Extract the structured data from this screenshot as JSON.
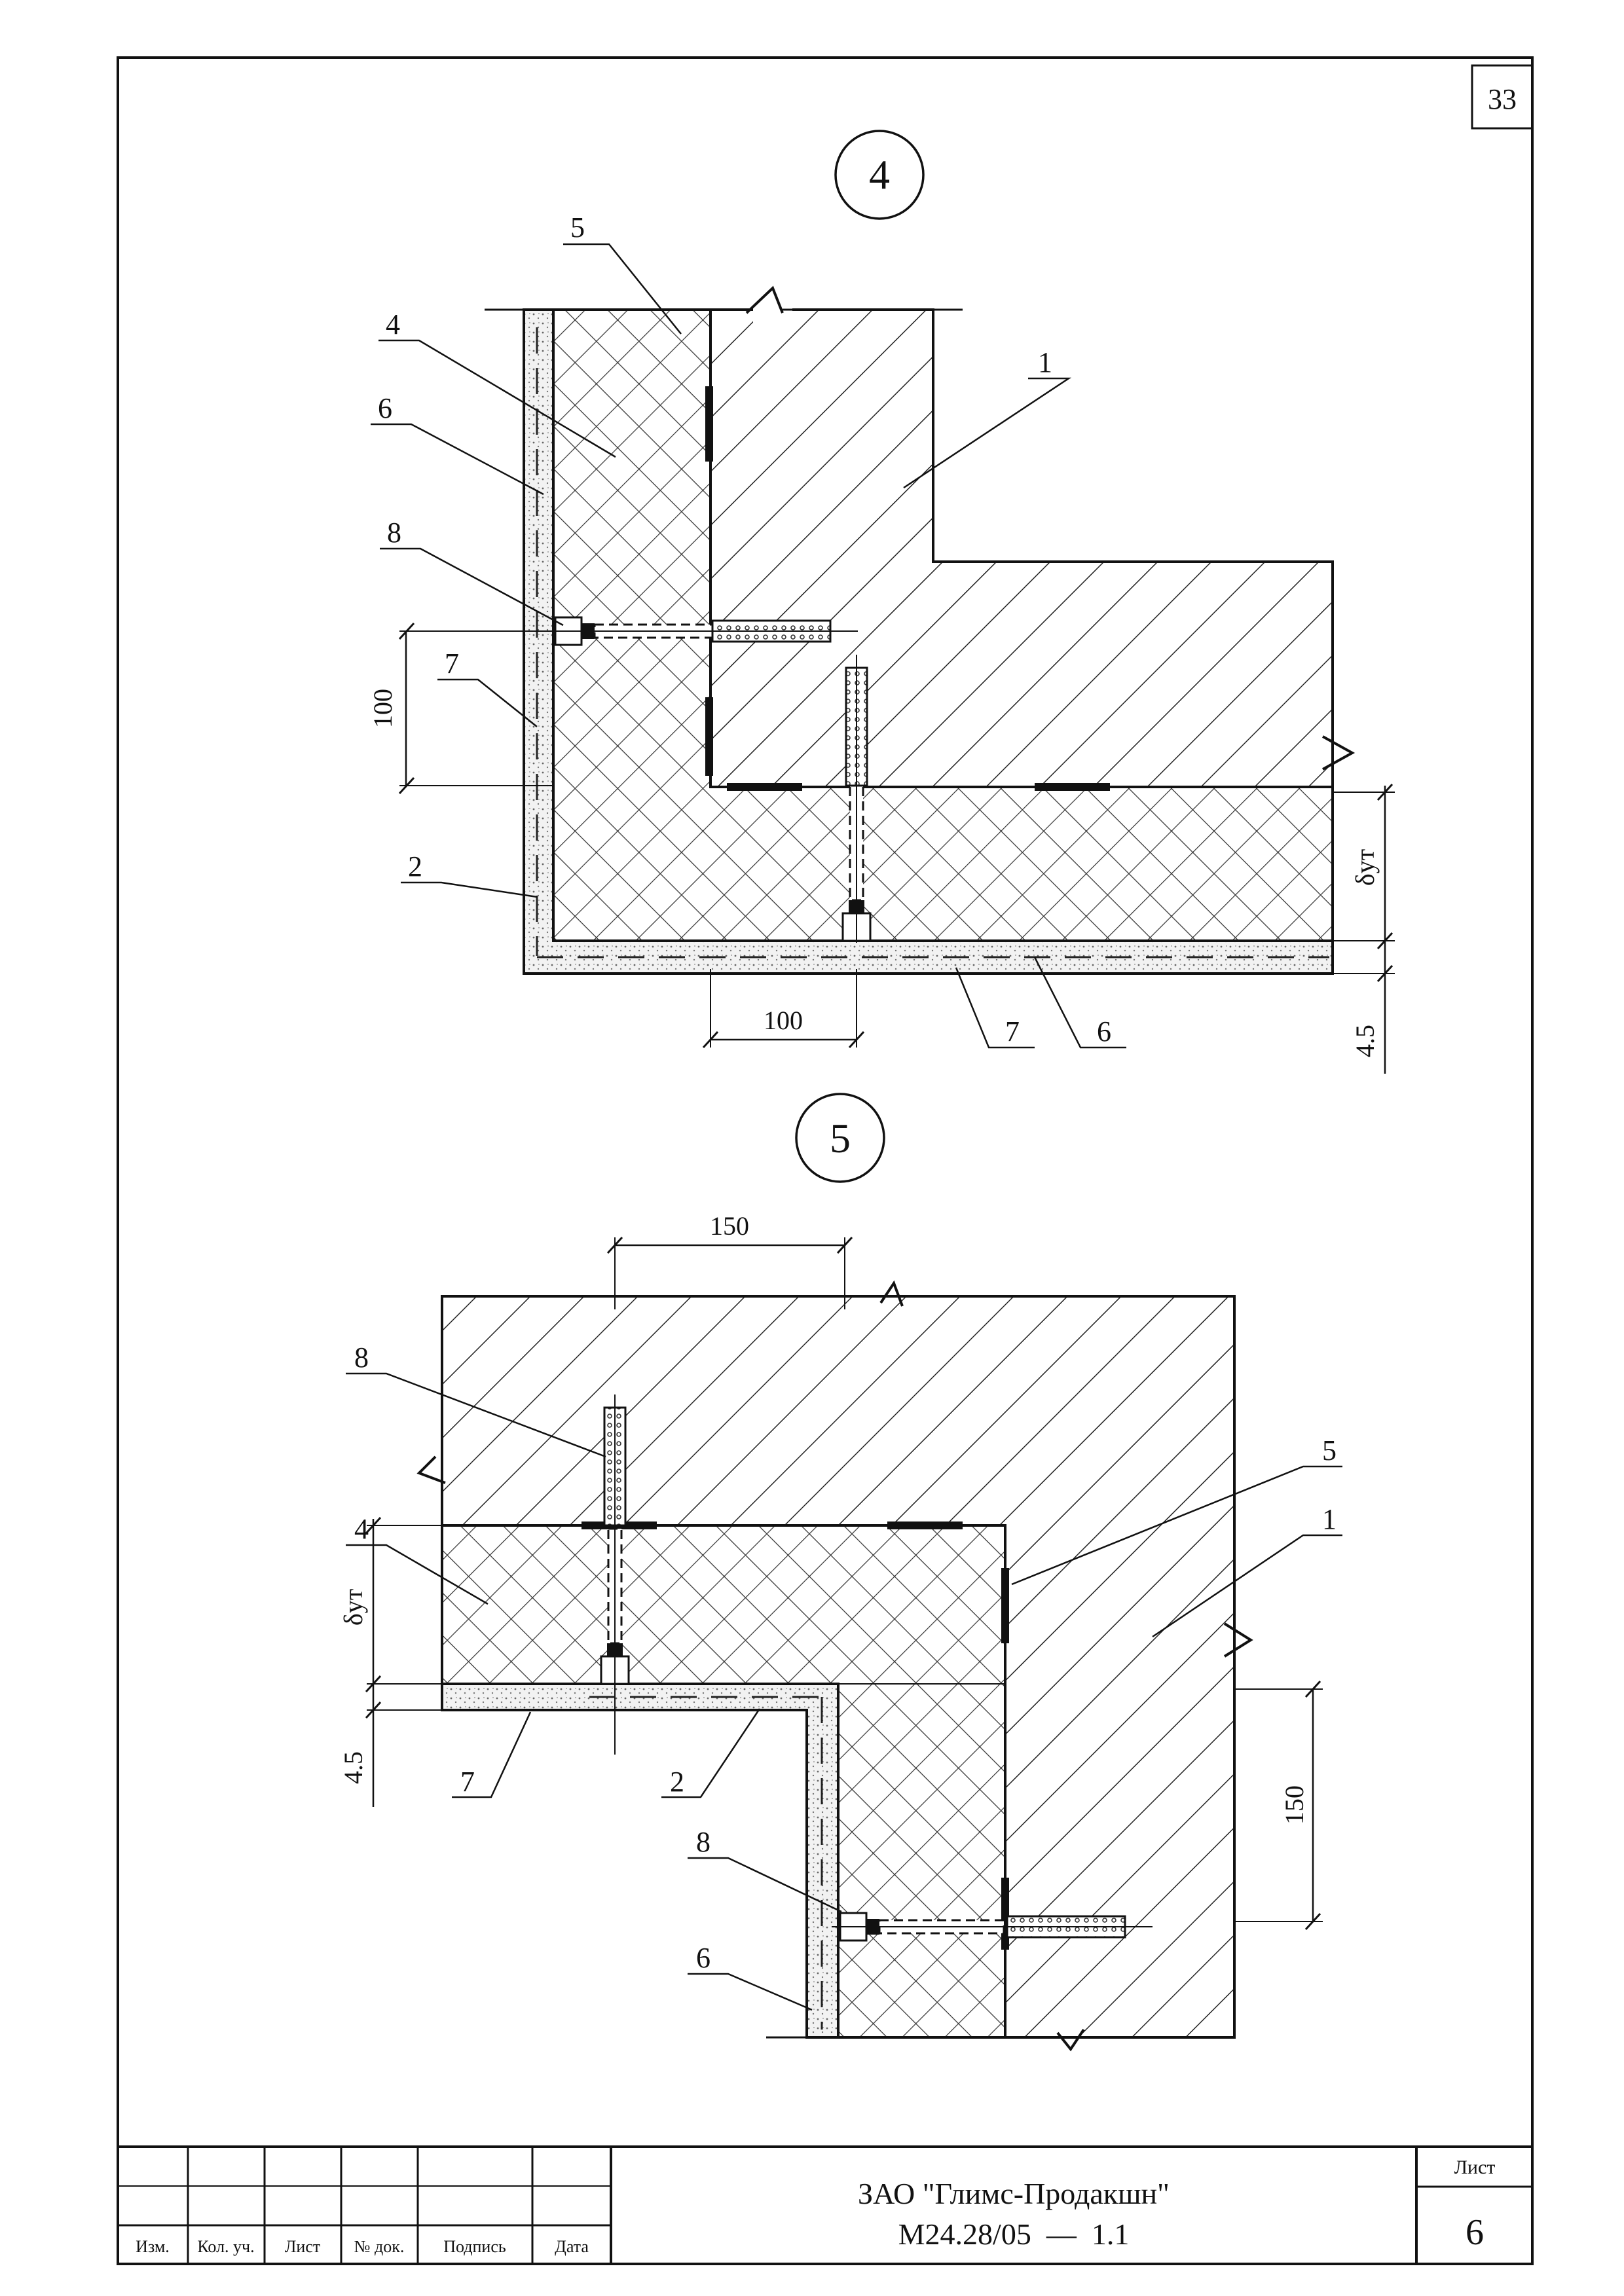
{
  "sheet_number_top": "33",
  "detail4": {
    "marker": "4",
    "callouts": {
      "c5": "5",
      "c4": "4",
      "c6": "6",
      "c8": "8",
      "c7": "7",
      "c2": "2",
      "c1": "1",
      "c7b": "7",
      "c6b": "6"
    },
    "dims": {
      "vertical": "100",
      "horizontal": "100",
      "insulation": "δут",
      "plaster": "4.5"
    }
  },
  "detail5": {
    "marker": "5",
    "callouts": {
      "c8": "8",
      "c4": "4",
      "c5": "5",
      "c1": "1",
      "c7": "7",
      "c2": "2",
      "c8b": "8",
      "c6": "6"
    },
    "dims": {
      "top": "150",
      "insulation": "δут",
      "plaster": "4.5",
      "right": "150"
    }
  },
  "title_block": {
    "columns": [
      "Изм.",
      "Кол. уч.",
      "Лист",
      "№ док.",
      "Подпись",
      "Дата"
    ],
    "organization": "ЗАО \"Глимс-Продакшн\"",
    "code": "М24.28/05  —  1.1",
    "sheet_label": "Лист",
    "sheet_value": "6"
  }
}
